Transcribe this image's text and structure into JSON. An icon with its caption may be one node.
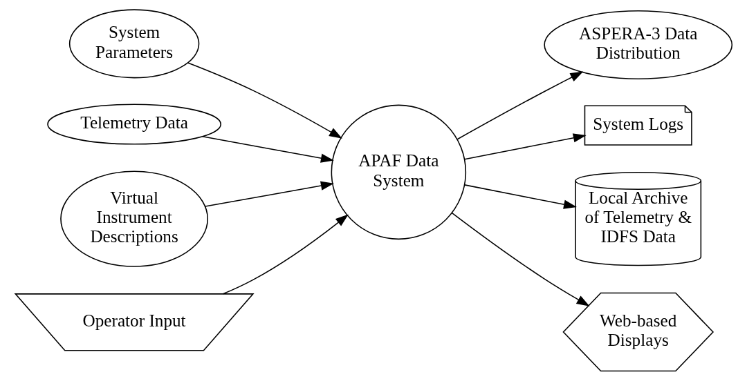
{
  "diagram": {
    "nodes": [
      {
        "text": [
          "System Parameters"
        ]
      },
      {
        "text": [
          "ASPERA-3 Data Distribution"
        ]
      },
      {
        "text": [
          "System Logs"
        ]
      },
      {
        "text": [
          "Telemetry Data"
        ]
      },
      {
        "text": [
          "APAF Data System"
        ]
      },
      {
        "text": [
          "Local Archive of Telemetry & IDFS Data"
        ]
      },
      {
        "text": [
          "Virtual Instrument Descriptions"
        ]
      },
      {
        "text": [
          "Operator Input"
        ]
      },
      {
        "text": [
          "Web-based Displays"
        ]
      }
    ],
    "edges": [
      {
        "from": 0,
        "to": 4,
        "arrow": "to"
      },
      {
        "from": 3,
        "to": 4,
        "arrow": "to"
      },
      {
        "from": 6,
        "to": 4,
        "arrow": "to"
      },
      {
        "from": 7,
        "to": 4,
        "arrow": "to"
      },
      {
        "from": 4,
        "to": 1,
        "arrow": "to"
      },
      {
        "from": 4,
        "to": 2,
        "arrow": "to"
      },
      {
        "from": 4,
        "to": 5,
        "arrow": "to"
      },
      {
        "from": 4,
        "to": 8,
        "arrow": "to"
      }
    ]
  }
}
